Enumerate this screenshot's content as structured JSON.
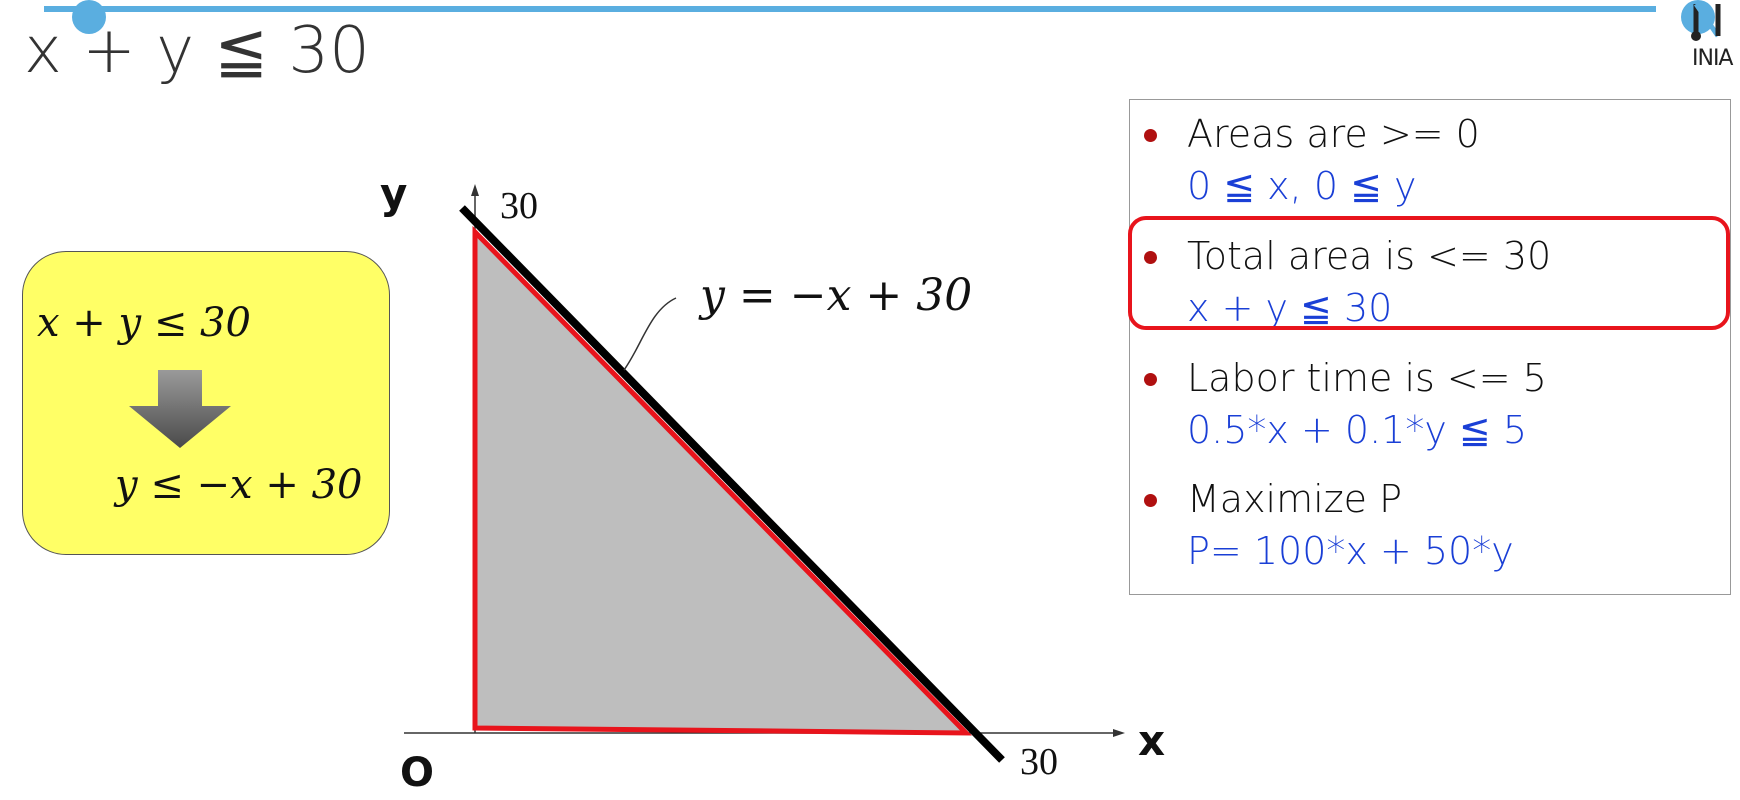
{
  "slide": {
    "title": "x + y ≦ 30",
    "logo_text": "INIA"
  },
  "callout": {
    "inequality": "x + y ≤ 30",
    "rearranged": "y ≤ −x + 30"
  },
  "graph": {
    "y_axis_label": "y",
    "x_axis_label": "x",
    "origin_label": "O",
    "y_intercept_label": "30",
    "x_intercept_label": "30",
    "line_label": "y = −x + 30"
  },
  "panel": {
    "items": [
      {
        "text": "Areas are >= 0",
        "equation": "0 ≦ x, 0 ≦ y"
      },
      {
        "text": "Total area is <= 30",
        "equation": "x + y ≦ 30"
      },
      {
        "text": "Labor time is <= 5",
        "equation": "0.5*x + 0.1*y ≦ 5"
      },
      {
        "text": "Maximize P",
        "equation": "P= 100*x + 50*y"
      }
    ]
  },
  "colors": {
    "accent_bar": "#5aaee0",
    "callout_fill": "#ffff66",
    "region_fill": "#bebebe",
    "region_outline": "#e8141c",
    "highlight": "#e8141c",
    "bullet": "#b01010",
    "equation_text": "#1a3fd6"
  }
}
